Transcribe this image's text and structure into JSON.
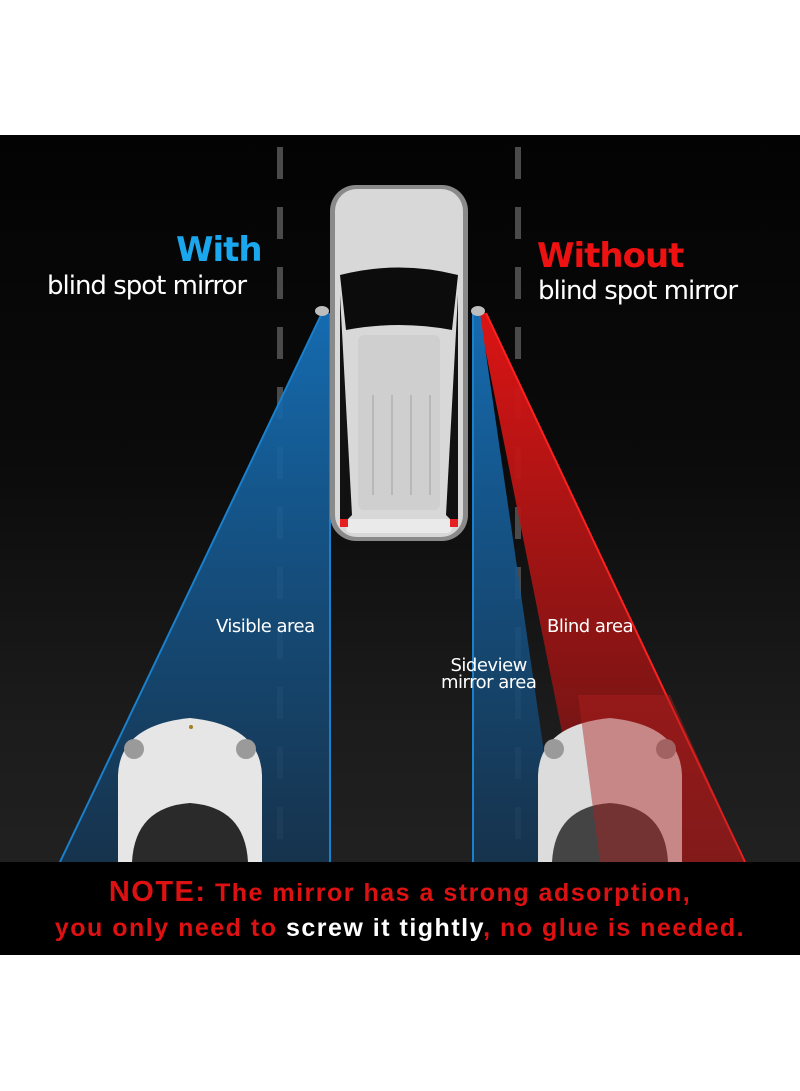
{
  "header": {
    "with_word": "With",
    "with_subtitle": "blind spot mirror",
    "without_word": "Without",
    "without_subtitle": "blind spot mirror"
  },
  "diagram": {
    "visible_area_label": "Visible area",
    "blind_area_label": "Blind area",
    "sideview_line1": "Sideview",
    "sideview_line2": "mirror area",
    "colors": {
      "with_accent": "#1aa7ee",
      "without_accent": "#ee1111",
      "visible_beam": "#1565a8",
      "blind_beam": "#c01010"
    }
  },
  "note": {
    "heading": "NOTE:",
    "line1_rest": " The mirror has a strong adsorption,",
    "line2_start": "you only need to ",
    "line2_highlight": "screw it tightly",
    "line2_end": ", no glue is needed."
  }
}
